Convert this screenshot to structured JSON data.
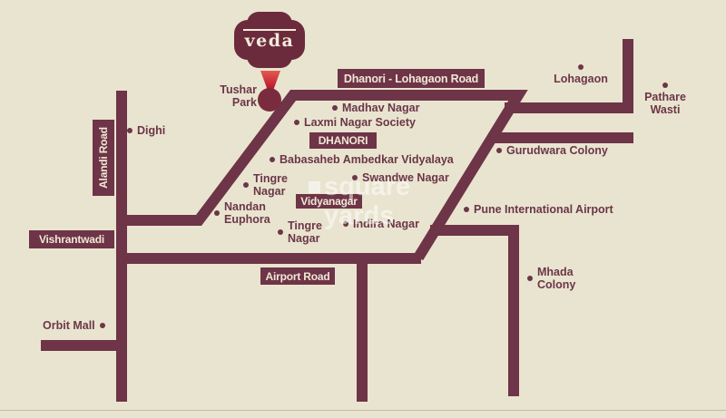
{
  "colors": {
    "background": "#E9E4CF",
    "road": "#6E3447",
    "place_text": "#6B3648",
    "box_background": "#6E3447",
    "box_text": "#F0E8D6",
    "pin_red": "#C22030",
    "logo_badge": "#6B2B3D",
    "watermark": "rgba(255,255,255,0.52)"
  },
  "logo": {
    "text": "veda"
  },
  "watermark": {
    "line1": "square",
    "line2": "yards"
  },
  "road_labels": {
    "dhanori_lohagaon": "Dhanori - Lohagaon Road",
    "airport": "Airport Road",
    "alandi": "Alandi Road",
    "vishrantwadi": "Vishrantwadi"
  },
  "area_labels": {
    "dhanori": "DHANORI",
    "vidyanagar": "Vidyanagar"
  },
  "places": {
    "tushar_park": {
      "name": "Tushar Park"
    },
    "dighi": {
      "name": "Dighi"
    },
    "madhav_nagar": {
      "name": "Madhav Nagar"
    },
    "laxmi_nagar_society": {
      "name": "Laxmi Nagar Society"
    },
    "babasaheb_ambedkar_vidyalaya": {
      "name": "Babasaheb Ambedkar Vidyalaya"
    },
    "tingre_nagar_upper": {
      "name": "Tingre Nagar"
    },
    "swandwe_nagar": {
      "name": "Swandwe Nagar"
    },
    "nandan_euphora": {
      "name": "Nandan Euphora"
    },
    "tingre_nagar_lower": {
      "name": "Tingre Nagar"
    },
    "indira_nagar": {
      "name": "Indira Nagar"
    },
    "lohagaon": {
      "name": "Lohagaon"
    },
    "pathare_wasti": {
      "name": "Pathare Wasti"
    },
    "gurudwara_colony": {
      "name": "Gurudwara Colony"
    },
    "pune_international_airport": {
      "name": "Pune International Airport"
    },
    "mhada_colony": {
      "name": "Mhada Colony"
    },
    "orbit_mall": {
      "name": "Orbit Mall"
    }
  }
}
